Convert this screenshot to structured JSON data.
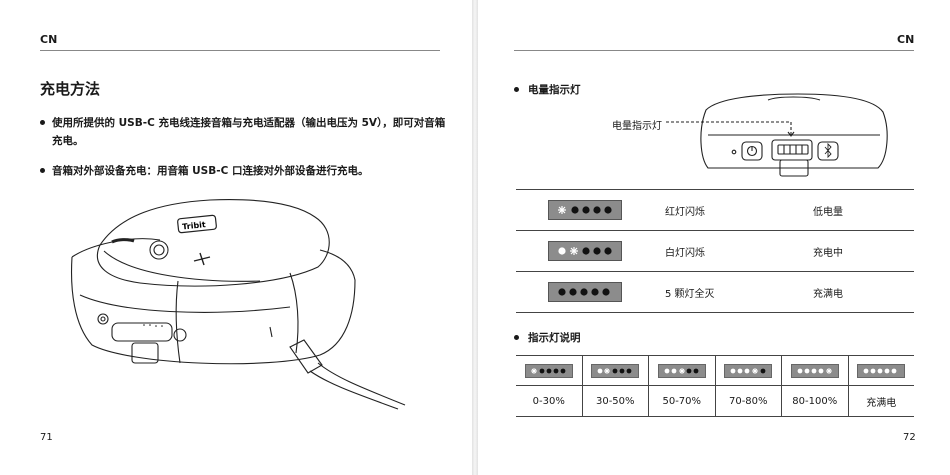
{
  "left": {
    "lang": "CN",
    "title": "充电方法",
    "bullets": [
      "使用所提供的 USB-C 充电线连接音箱与充电适配器（输出电压为 5V），即可对音箱充电。",
      "音箱对外部设备充电：用音箱 USB-C 口连接对外部设备进行充电。"
    ],
    "logo_text": "Tribit",
    "page_number": "71"
  },
  "right": {
    "lang": "CN",
    "section1_title": "电量指示灯",
    "indicator_callout": "电量指示灯",
    "table1": [
      {
        "lights": "blink-first",
        "light_desc": "红灯闪烁",
        "status": "低电量"
      },
      {
        "lights": "blink-second",
        "light_desc": "白灯闪烁",
        "status": "充电中"
      },
      {
        "lights": "all-off",
        "light_desc": "5 颗灯全灭",
        "status": "充满电"
      }
    ],
    "section2_title": "指示灯说明",
    "table2_levels": [
      "0-30%",
      "30-50%",
      "50-70%",
      "70-80%",
      "80-100%",
      "充满电"
    ],
    "page_number": "72"
  },
  "colors": {
    "led_bar": "#8c8c8c",
    "rule": "#888888",
    "text": "#1a1a1a"
  },
  "icons": [
    "power-icon",
    "bluetooth-icon",
    "plus-icon",
    "minus-icon",
    "usb-cable-icon",
    "blink-star-icon"
  ]
}
